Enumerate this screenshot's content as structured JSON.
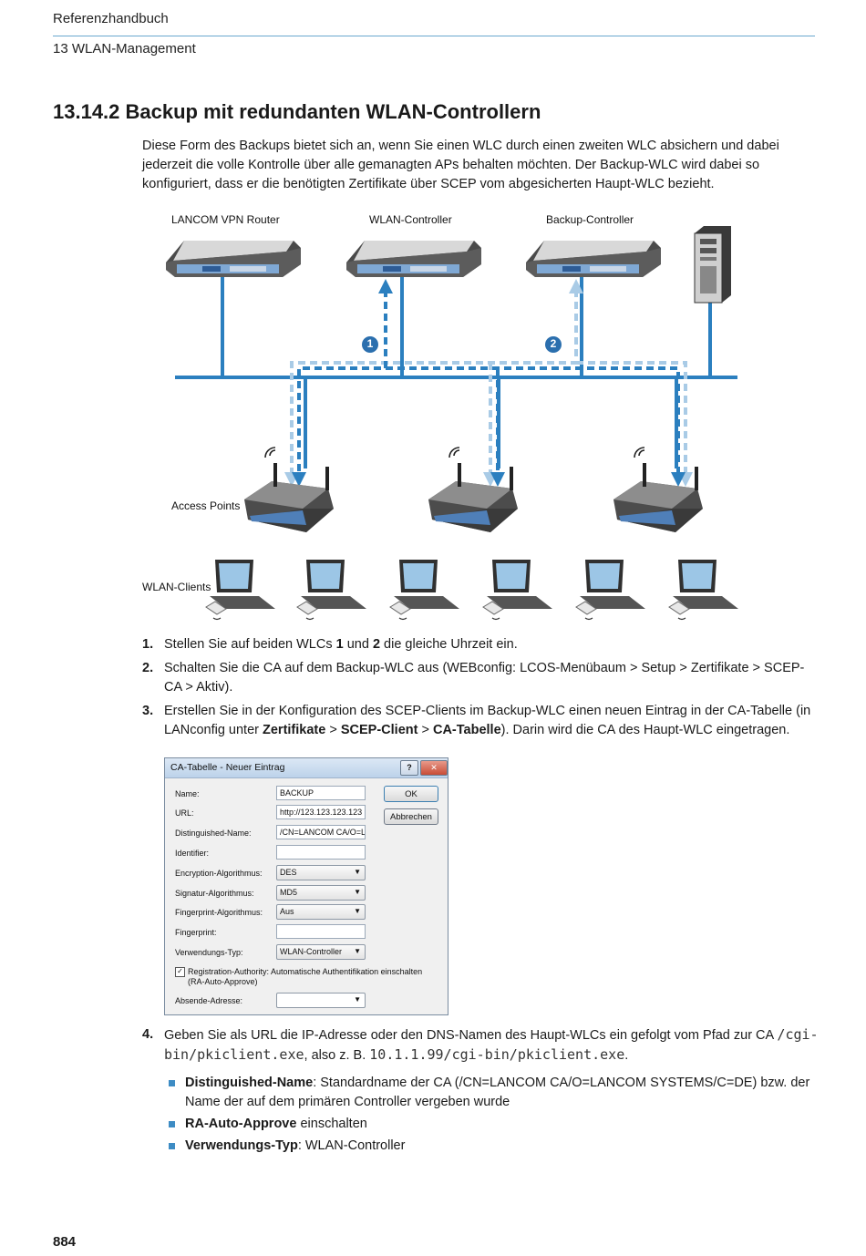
{
  "header": {
    "book": "Referenzhandbuch",
    "chapter": "13 WLAN-Management"
  },
  "section_title": "13.14.2 Backup mit redundanten WLAN-Controllern",
  "intro": "Diese Form des Backups bietet sich an, wenn Sie einen WLC durch einen zweiten WLC absichern und dabei jederzeit die volle Kontrolle über alle gemanagten APs behalten möchten. Der Backup-WLC wird dabei so konfiguriert, dass er die benötigten Zertifikate über SCEP vom abgesicherten Haupt-WLC bezieht.",
  "diagram": {
    "labels": {
      "vpn_router": "LANCOM VPN Router",
      "wlan_controller": "WLAN-Controller",
      "backup_controller": "Backup-Controller",
      "access_points": "Access Points",
      "wlan_clients": "WLAN-Clients"
    },
    "markers": [
      "1",
      "2"
    ],
    "colors": {
      "network": "#2b7fbf",
      "dashed": "#a9cbe6",
      "device": "#3a3a3a"
    }
  },
  "steps": {
    "s1": {
      "num": "1.",
      "a": "Stellen Sie auf beiden WLCs ",
      "b1": "1",
      "m": " und ",
      "b2": "2",
      "e": " die gleiche Uhrzeit ein."
    },
    "s2": {
      "num": "2.",
      "text": "Schalten Sie die CA auf dem Backup-WLC aus (WEBconfig: LCOS-Menübaum > Setup > Zertifikate > SCEP-CA > Aktiv)."
    },
    "s3": {
      "num": "3.",
      "a": "Erstellen Sie in der Konfiguration des SCEP-Clients im Backup-WLC einen neuen Eintrag in der CA-Tabelle (in LANconfig unter ",
      "b1": "Zertifikate",
      "sep1": " > ",
      "b2": "SCEP-Client",
      "sep2": " > ",
      "b3": "CA-Tabelle",
      "e": "). Darin wird die CA des Haupt-WLC eingetragen."
    },
    "s4": {
      "num": "4.",
      "a": "Geben Sie als URL die IP-Adresse oder den DNS-Namen des Haupt-WLCs ein gefolgt vom Pfad zur CA ",
      "code1": "/cgi-bin/pkiclient.exe",
      "m": ", also z. B. ",
      "code2": "10.1.1.99/cgi-bin/pkiclient.exe",
      "e": "."
    }
  },
  "dialog": {
    "title": "CA-Tabelle - Neuer Eintrag",
    "help": "?",
    "close": "✕",
    "fields": {
      "name": {
        "label": "Name:",
        "value": "BACKUP"
      },
      "url": {
        "label": "URL:",
        "value": "http://123.123.123.123"
      },
      "dn": {
        "label": "Distinguished-Name:",
        "value": "/CN=LANCOM CA/O=L"
      },
      "identifier": {
        "label": "Identifier:",
        "value": ""
      },
      "enc": {
        "label": "Encryption-Algorithmus:",
        "value": "DES"
      },
      "sig": {
        "label": "Signatur-Algorithmus:",
        "value": "MD5"
      },
      "fpalg": {
        "label": "Fingerprint-Algorithmus:",
        "value": "Aus"
      },
      "fp": {
        "label": "Fingerprint:",
        "value": ""
      },
      "usage": {
        "label": "Verwendungs-Typ:",
        "value": "WLAN-Controller"
      },
      "sender": {
        "label": "Absende-Adresse:",
        "value": ""
      }
    },
    "checkbox_label_1": "Registration-Authority: Automatische Authentifikation einschalten",
    "checkbox_label_2": "(RA-Auto-Approve)",
    "checkbox_checked": "✓",
    "ok": "OK",
    "cancel": "Abbrechen"
  },
  "bullets": {
    "b1": {
      "bold": "Distinguished-Name",
      "text": ": Standardname der CA (/CN=LANCOM CA/O=LANCOM SYSTEMS/C=DE) bzw. der Name der auf dem primären Controller vergeben wurde"
    },
    "b2": {
      "bold": "RA-Auto-Approve",
      "text": " einschalten"
    },
    "b3": {
      "bold": "Verwendungs-Typ",
      "text": ": WLAN-Controller"
    }
  },
  "page_number": "884"
}
